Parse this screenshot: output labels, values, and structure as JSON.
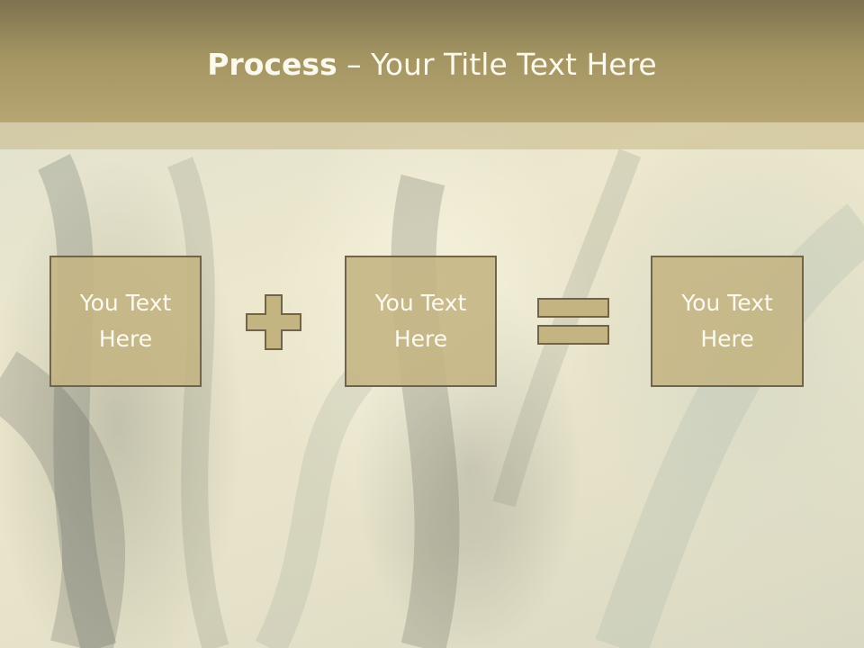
{
  "slide": {
    "title_bold": "Process",
    "title_rest": " – Your Title Text Here"
  },
  "boxes": [
    {
      "line1": "You Text",
      "line2": "Here"
    },
    {
      "line1": "You Text",
      "line2": "Here"
    },
    {
      "line1": "You Text",
      "line2": "Here"
    }
  ],
  "operators": [
    "plus",
    "equals"
  ],
  "colors": {
    "title_bar": "#a39462",
    "box_fill": "#c4b482",
    "box_border": "#70644a",
    "text": "#fcfaf0"
  }
}
